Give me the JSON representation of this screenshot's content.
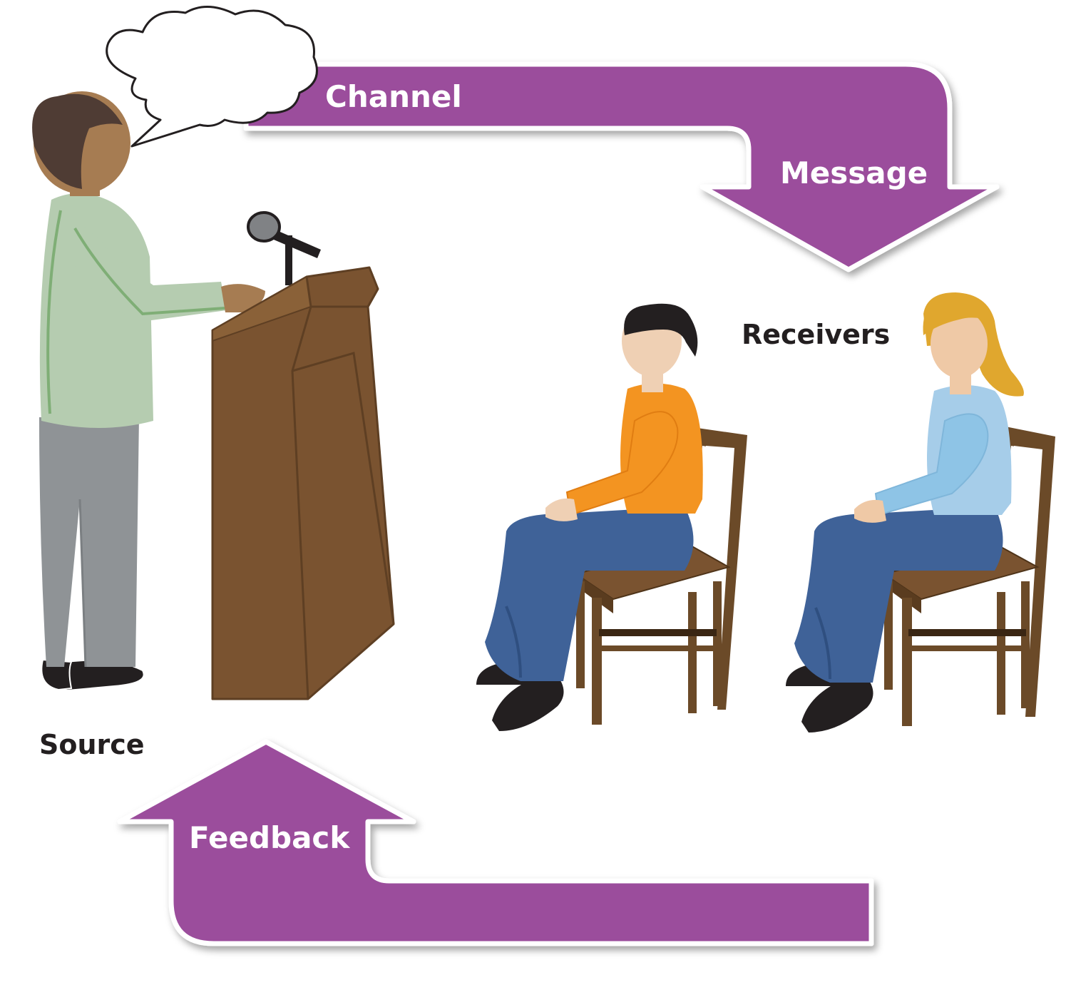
{
  "labels": {
    "channel": "Channel",
    "message": "Message",
    "receivers": "Receivers",
    "source": "Source",
    "feedback": "Feedback"
  },
  "colors": {
    "arrow": "#9b4d9c",
    "arrow_outline": "#ffffff",
    "podium": "#7a5330",
    "speaker_shirt": "#b5ccb0",
    "speaker_pants": "#8f9396",
    "receiver1_shirt": "#f39421",
    "receiver2_shirt": "#a6cde9",
    "jeans": "#3f6298",
    "chair": "#6b4a28"
  }
}
